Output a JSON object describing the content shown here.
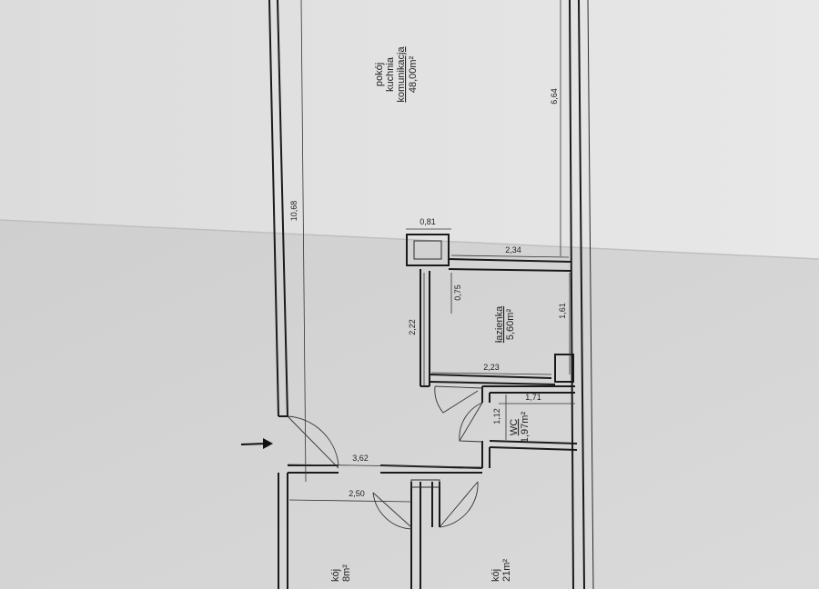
{
  "rooms": {
    "living": {
      "name1": "pokój",
      "name2": "kuchnia",
      "name3": "komunikacja",
      "area": "48,00m²"
    },
    "bathroom": {
      "name": "łazienka",
      "area": "5,60m²"
    },
    "wc": {
      "name": "WC",
      "area": "1,97m²"
    },
    "room_a": {
      "name": "kój",
      "area": "8m²"
    },
    "room_b": {
      "name": "kój",
      "area": "21m²"
    }
  },
  "dimensions": {
    "total_length": "10,68",
    "right_length": "6,64",
    "shaft_width": "0,81",
    "bath_top": "2,34",
    "bath_side_small": "0,75",
    "bath_height": "2,22",
    "bath_right": "1,61",
    "bath_bottom": "2,23",
    "wc_width": "1,71",
    "wc_small": "1,12",
    "corridor": "3,62",
    "room_a_width": "2,50"
  },
  "colors": {
    "paper": "#d9d9d9",
    "ink": "#1a1a1a"
  },
  "icons": {
    "entrance": "entrance-arrow-icon"
  }
}
